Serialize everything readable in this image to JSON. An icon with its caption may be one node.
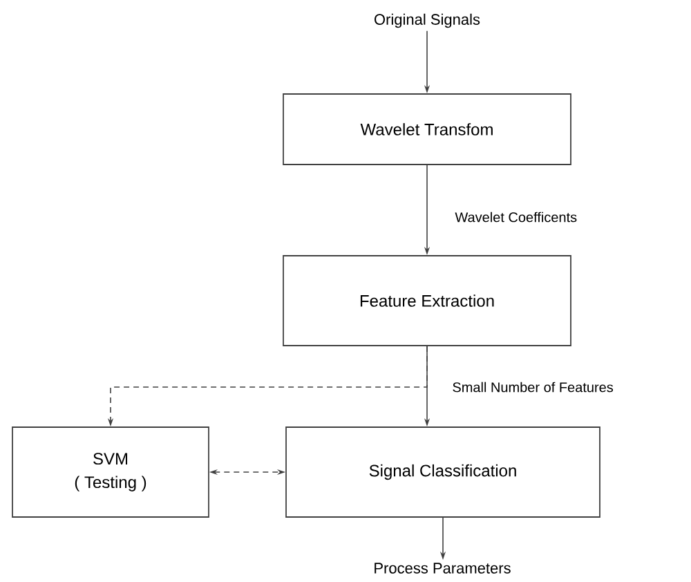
{
  "diagram": {
    "nodes": [
      {
        "text": [
          "Original Signals"
        ]
      },
      {
        "text": [
          "Wavelet Transfom"
        ]
      },
      {
        "text": [
          "Feature Extraction"
        ]
      },
      {
        "text": [
          "SVM",
          "( Testing )"
        ]
      },
      {
        "text": [
          "Signal Classification"
        ]
      },
      {
        "text": [
          "Process Parameters"
        ]
      }
    ],
    "edges": [
      {
        "from": 0,
        "to": 1,
        "arrow": "to"
      },
      {
        "from": 1,
        "to": 2,
        "arrow": "to",
        "label": "Wavelet Coefficents"
      },
      {
        "from": 2,
        "to": 4,
        "arrow": "to",
        "label": "Small Number of Features"
      },
      {
        "from": 2,
        "to": 3,
        "arrow": "to",
        "style": "dashed"
      },
      {
        "from": 3,
        "to": 4,
        "arrow": "both",
        "style": "dashed"
      },
      {
        "from": 4,
        "to": 5,
        "arrow": "to"
      }
    ]
  }
}
